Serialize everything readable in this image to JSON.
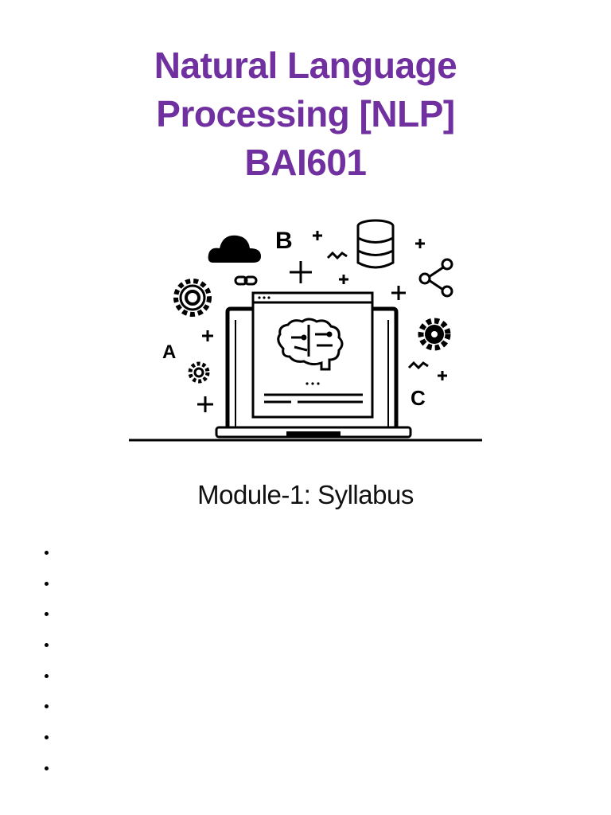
{
  "title": {
    "line1": "Natural Language",
    "line2": "Processing [NLP]",
    "line3": "BAI601",
    "color": "#7030a0"
  },
  "illustration": {
    "icons": [
      "cloud-icon",
      "letter-b-icon",
      "database-icon",
      "share-icon",
      "gear-icon",
      "link-icon",
      "letter-a-icon",
      "letter-c-icon",
      "laptop-icon",
      "brain-icon",
      "plus-icon",
      "wave-icon"
    ],
    "letters": {
      "a": "A",
      "b": "B",
      "c": "C"
    }
  },
  "subtitle": "Module-1: Syllabus",
  "bullets": [
    "",
    "",
    "",
    "",
    "",
    "",
    "",
    ""
  ]
}
